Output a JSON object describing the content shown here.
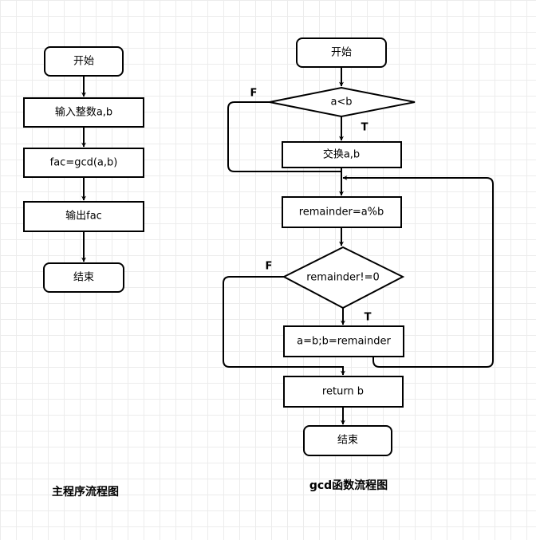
{
  "main_flow": {
    "start": "开始",
    "input": "输入整数a,b",
    "compute": "fac=gcd(a,b)",
    "output": "输出fac",
    "end": "结束",
    "caption": "主程序流程图"
  },
  "gcd_flow": {
    "start": "开始",
    "decision_compare": "a<b",
    "swap": "交换a,b",
    "remainder": "remainder=a%b",
    "decision_loop": "remainder!=0",
    "assign": "a=b;b=remainder",
    "return": "return b",
    "end": "结束",
    "caption": "gcd函数流程图",
    "true_label": "T",
    "false_label": "F"
  }
}
